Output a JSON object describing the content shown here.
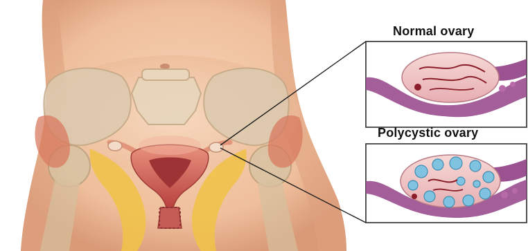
{
  "labels": {
    "normal_ovary": "Normal ovary",
    "polycystic_ovary": "Polycystic ovary"
  },
  "colors": {
    "skin": "#f2c6a4",
    "skin_shadow": "#e3a884",
    "pelvis_bone": "#d9c8a8",
    "uterus": "#c2504a",
    "uterus_light": "#e88e7d",
    "fat_yellow": "#f0c24a",
    "tube_purple": "#9a4d8f",
    "ovary_pink": "#f1c9c9",
    "cyst_blue": "#7fc3e0",
    "follicle_red": "#8a1e2a",
    "panel_border": "#2b2b2b"
  },
  "icons": [
    "anatomy-illustration",
    "normal-ovary-illustration",
    "polycystic-ovary-illustration"
  ]
}
